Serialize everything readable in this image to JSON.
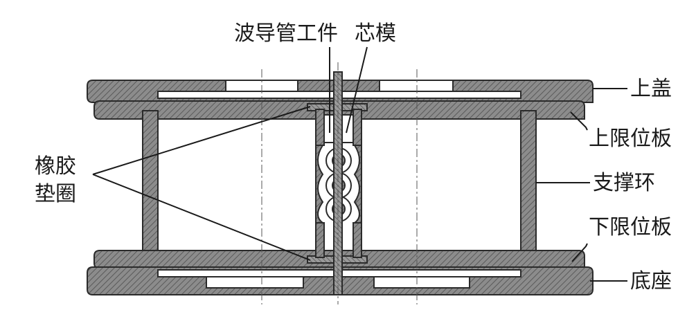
{
  "labels": {
    "waveguide_workpiece": "波导管工件",
    "mandrel": "芯模",
    "top_cover": "上盖",
    "upper_limit_plate": "上限位板",
    "rubber_gasket_line1": "橡胶",
    "rubber_gasket_line2": "垫圈",
    "support_ring": "支撑环",
    "lower_limit_plate": "下限位板",
    "base": "底座"
  }
}
